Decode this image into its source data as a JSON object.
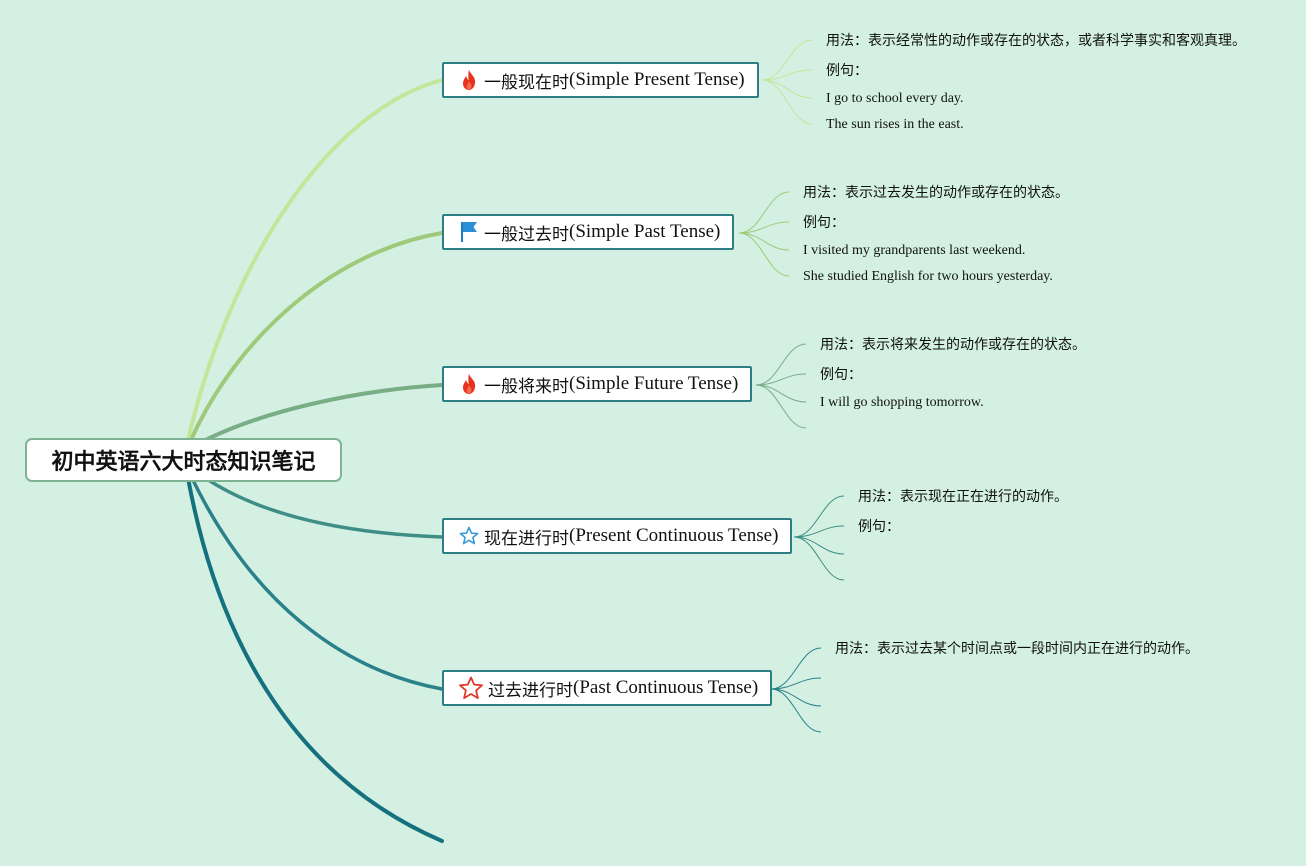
{
  "root": {
    "title": "初中英语六大时态知识笔记"
  },
  "colors": {
    "background": "#d3f0e2",
    "branch1": "#c5e69a",
    "branch2": "#a0c97a",
    "branch3": "#78ad86",
    "branch4": "#3f8e86",
    "branch5": "#2a8189",
    "branch6": "#16717f",
    "fire": "#e8321e",
    "flag": "#2a8fd6",
    "star_blue": "#3a9bd8",
    "star_red": "#e03a2c"
  },
  "topics": [
    {
      "zh": "一般现在时",
      "en": " (Simple Present Tense)",
      "icon": "fire-icon",
      "leaves": [
        "用法：表示经常性的动作或存在的状态，或者科学事实和客观真理。",
        "例句：",
        "I go to school every day.",
        "The sun rises in the east."
      ]
    },
    {
      "zh": "一般过去时",
      "en": " (Simple Past Tense)",
      "icon": "flag-icon",
      "leaves": [
        "用法：表示过去发生的动作或存在的状态。",
        "例句：",
        "I visited my grandparents last weekend.",
        "She studied English for two hours yesterday."
      ]
    },
    {
      "zh": "一般将来时",
      "en": " (Simple Future Tense)",
      "icon": "fire-icon",
      "leaves": [
        "用法：表示将来发生的动作或存在的状态。",
        "例句：",
        "I will go shopping tomorrow.",
        ""
      ]
    },
    {
      "zh": "现在进行时",
      "en": " (Present Continuous Tense)",
      "icon": "star-outline-icon",
      "leaves": [
        "用法：表示现在正在进行的动作。",
        "例句：",
        "",
        ""
      ]
    },
    {
      "zh": "过去进行时",
      "en": " (Past Continuous Tense)",
      "icon": "red-star-icon",
      "leaves": [
        "用法：表示过去某个时间点或一段时间内正在进行的动作。",
        "",
        "",
        ""
      ]
    }
  ]
}
